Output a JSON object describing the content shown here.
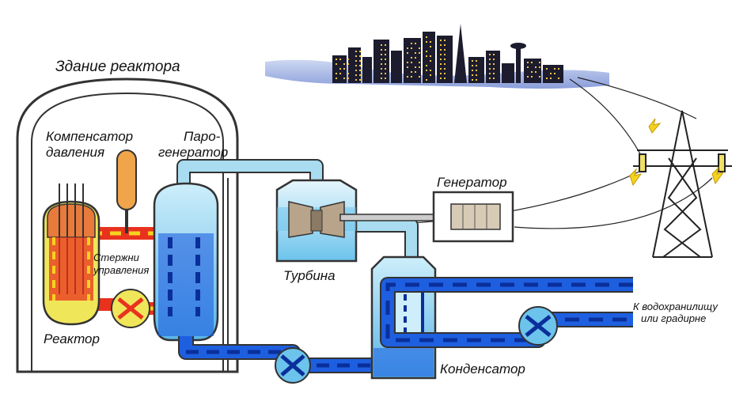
{
  "labels": {
    "building": "Здание реактора",
    "pressurizer_1": "Компенсатор",
    "pressurizer_2": "давления",
    "steam_gen_1": "Паро-",
    "steam_gen_2": "генератор",
    "control_rods_1": "Стержни",
    "control_rods_2": "управления",
    "reactor": "Реактор",
    "turbine": "Турбина",
    "generator": "Генератор",
    "condenser": "Конденсатор",
    "cooling_1": "К водохранилищу",
    "cooling_2": "или градирне"
  },
  "colors": {
    "primary_loop_hot": "#e8321e",
    "primary_loop_dash": "#f5d21e",
    "secondary_water": "#1e5fe0",
    "secondary_dash": "#0a2f9a",
    "steam": "#a9dcf0",
    "reactor_vessel": "#f0e65a",
    "reactor_top": "#e87a3c",
    "pressurizer": "#f0a54b",
    "building_line": "#333333",
    "city": "#1c1c2e",
    "city_lights": "#f5c542"
  },
  "icons": [
    "reactor-vessel-icon",
    "pressurizer-icon",
    "steam-generator-icon",
    "turbine-icon",
    "generator-icon",
    "condenser-icon",
    "pump-icon",
    "power-tower-icon",
    "city-skyline-icon"
  ]
}
